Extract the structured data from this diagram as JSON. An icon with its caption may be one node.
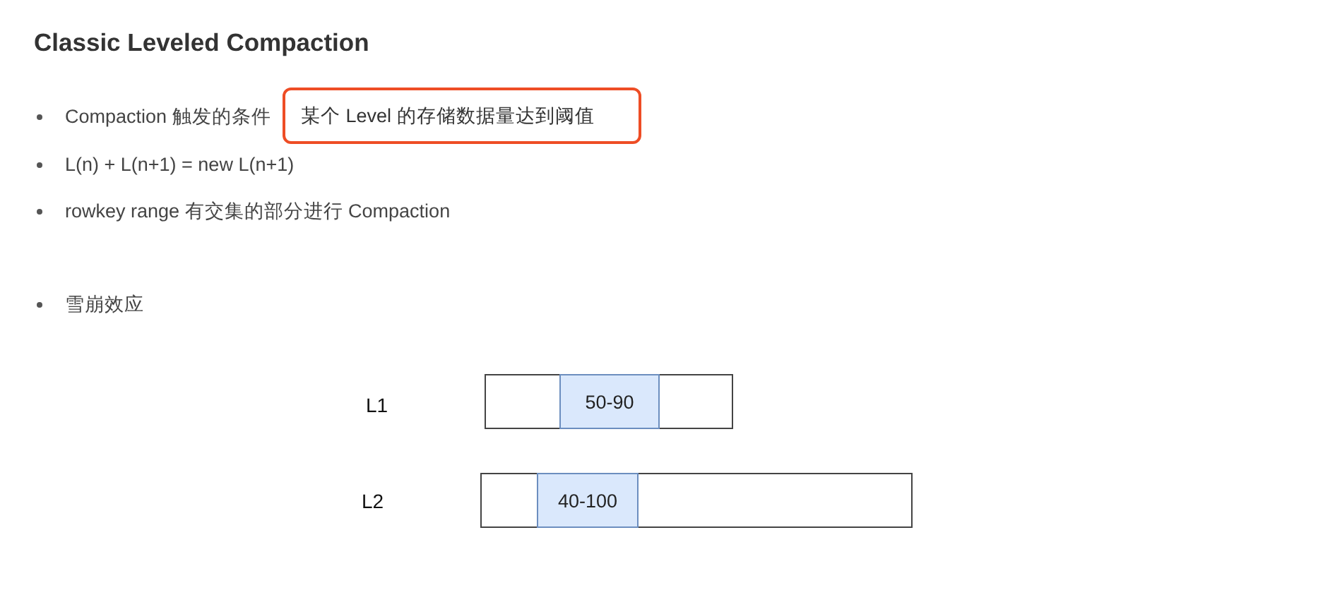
{
  "diagram": {
    "title": "Classic Leveled Compaction",
    "nodes": [
      {
        "text": [
          "某个 Level 的存储数据量达到阈值"
        ]
      },
      {
        "text": [],
        "shape": "bar"
      },
      {
        "text": [
          "50-90"
        ],
        "in": 1
      },
      {
        "text": [],
        "shape": "bar"
      },
      {
        "text": [
          "40-100"
        ],
        "in": 3
      }
    ],
    "labels": [
      "Compaction 触发的条件",
      "L(n) + L(n+1) = new L(n+1)",
      "rowkey range 有交集的部分进行 Compaction",
      "雪崩效应",
      "L1",
      "L2"
    ]
  }
}
